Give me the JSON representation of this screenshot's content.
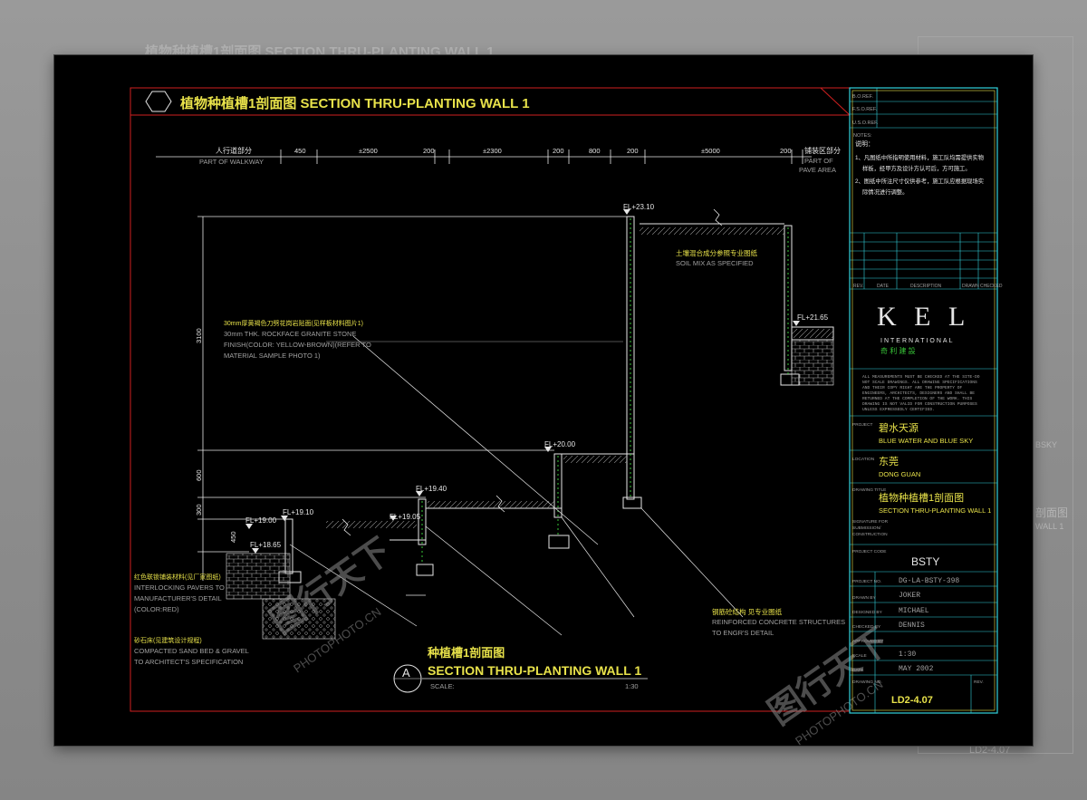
{
  "background": {
    "ghost_title": "植物种植槽1剖面图 SECTION THRU-PLANTING WALL 1",
    "ghost_right": [
      "BSKY",
      "剖面图",
      "WALL 1",
      "LD2-4.07"
    ]
  },
  "header": {
    "title": "植物种植槽1剖面图 SECTION THRU-PLANTING WALL 1"
  },
  "dimensions": {
    "left_label_cn": "人行道部分",
    "left_label_en": "PART OF WALKWAY",
    "right_label_cn": "铺装区部分",
    "right_label_en_1": "PART OF",
    "right_label_en_2": "PAVE AREA",
    "segments": [
      "450",
      "±2500",
      "200",
      "±2300",
      "200",
      "800",
      "200",
      "±5000",
      "200"
    ],
    "vertical": [
      "3100",
      "600",
      "300",
      "450"
    ]
  },
  "levels": [
    "FL+23.10",
    "FL+21.65",
    "FL+20.00",
    "FL+19.40",
    "FL+19.10",
    "FL+19.05",
    "FL+19.00",
    "FL+18.65"
  ],
  "annotations": {
    "soil_cn": "土壤混合成分参照专业图纸",
    "soil_en": "SOIL MIX AS SPECIFIED",
    "granite_cn": "30mm厚黄褐色刀劈花岗岩贴面(见样板材料图片1)",
    "granite_en": [
      "30mm THK. ROCKFACE GRANITE STONE",
      "FINISH(COLOR: YELLOW-BROWN)(REFER TO",
      "MATERIAL SAMPLE PHOTO 1)"
    ],
    "pavers_cn": "红色联锁铺装材料(见厂家图纸)",
    "pavers_en": [
      "INTERLOCKING PAVERS TO",
      "MANUFACTURER'S DETAIL",
      "(COLOR:RED)"
    ],
    "sand_cn": "砂石床(见建筑设计规程)",
    "sand_en": [
      "COMPACTED SAND BED & GRAVEL",
      "TO ARCHITECT'S SPECIFICATION"
    ],
    "concrete_cn": "钢筋砼结构 见专业图纸",
    "concrete_en": [
      "REINFORCED CONCRETE STRUCTURES",
      "TO ENGR'S DETAIL"
    ]
  },
  "section_title": {
    "marker": "A",
    "title_cn": "种植槽1剖面图",
    "title_en": "SECTION THRU-PLANTING WALL 1",
    "scale_label": "SCALE:",
    "scale_value": "1:30"
  },
  "title_block": {
    "refs": [
      "B.O.REF.",
      "F.S.O.REF.",
      "U.S.O.REF."
    ],
    "notes_label": "NOTES:",
    "notes_cn": "说明：",
    "notes": [
      "1、凡图纸中所指明使用材料，施工队均需提供实物",
      "样板，经甲方及设计方认可后，方可施工。",
      "2、图纸中所注尺寸仅供参考，施工队应根据现场实",
      "际情况进行调整。"
    ],
    "rev_headers": [
      "REV.",
      "DATE",
      "DESCRIPTION",
      "DRAWN",
      "CHECKED"
    ],
    "logo": "K E L",
    "logo_sub": "INTERNATIONAL",
    "logo_cn": "奇 利 建 設",
    "disclaimer": [
      "ALL MEASUREMENTS MUST BE CHECKED AT THE SITE-DO",
      "NOT SCALE DRAWINGS. ALL DRAWING SPECIFICATIONS",
      "AND THEIR COPY RIGHT ARE THE PROPERTY OF",
      "ENGINEERS, ARCHITECTS, DESIGNERS AND SHALL BE",
      "RETURNED AT THE COMPLETION OF THE WORK. THIS",
      "DRAWING IS NOT VALID FOR CONSTRUCTION PURPOSES",
      "UNLESS EXPRESSEDLY CERTIFIED."
    ],
    "project_label": "PROJECT",
    "project_cn": "碧水天源",
    "project_en": "BLUE WATER AND BLUE SKY",
    "location_label": "LOCATION",
    "location_cn": "东莞",
    "location_en": "DONG GUAN",
    "drawing_label": "DRAWING TITLE",
    "drawing_cn": "植物种植槽1剖面图",
    "drawing_en": "SECTION THRU-PLANTING WALL 1",
    "signature_label": [
      "SIGNATURE FOR",
      "SUBMISSION/",
      "CONSTRUCTION"
    ],
    "project_code_label": "PROJECT CODE",
    "project_code": "BSTY",
    "project_no_label": "PROJECT NO.",
    "project_no": "DG-LA-BSTY-398",
    "drawn_label": "DRAWN BY",
    "drawn": "JOKER",
    "designed_label": "DESIGNED BY",
    "designed": "MICHAEL",
    "checked_label": "CHECKED BY",
    "checked": "DENNIS",
    "approved_label": "APPROVED BY",
    "scale_label": "SCALE",
    "scale": "1:30",
    "date_label": "DATE",
    "date": "MAY 2002",
    "drawing_no_label": "DRAWING NO.",
    "drawing_no": "LD2-4.07",
    "rev_label": "REV."
  },
  "watermark": {
    "cn": "图行天下",
    "en": "PHOTOPHOTO.CN"
  },
  "colors": {
    "frame": "#d02020",
    "yellow": "#e8e24a",
    "white": "#e6e6e6",
    "cyan": "#33d2dc",
    "green": "#38c838",
    "grey": "#a0a0a0"
  }
}
